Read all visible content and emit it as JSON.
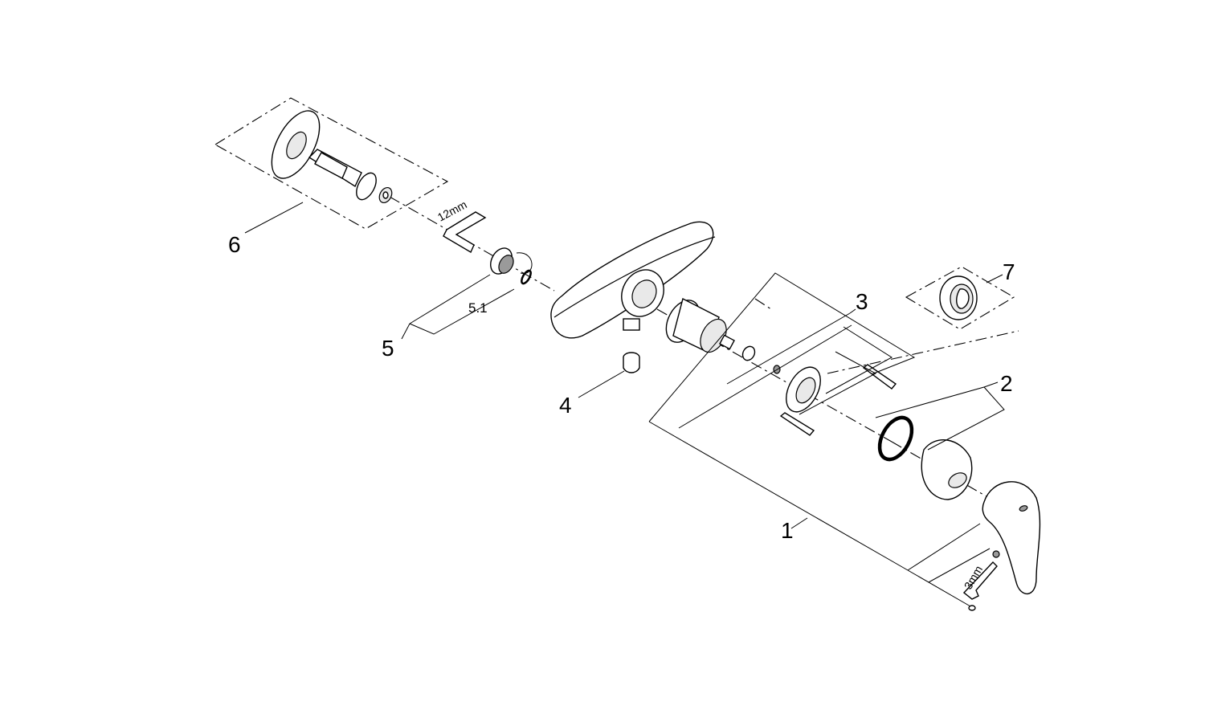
{
  "callouts": {
    "c1": "1",
    "c2": "2",
    "c3": "3",
    "c4": "4",
    "c5": "5",
    "c5_1": "5.1",
    "c6": "6",
    "c7": "7"
  },
  "tool_labels": {
    "hex_key_large": "12mm",
    "hex_key_small": "3mm"
  }
}
